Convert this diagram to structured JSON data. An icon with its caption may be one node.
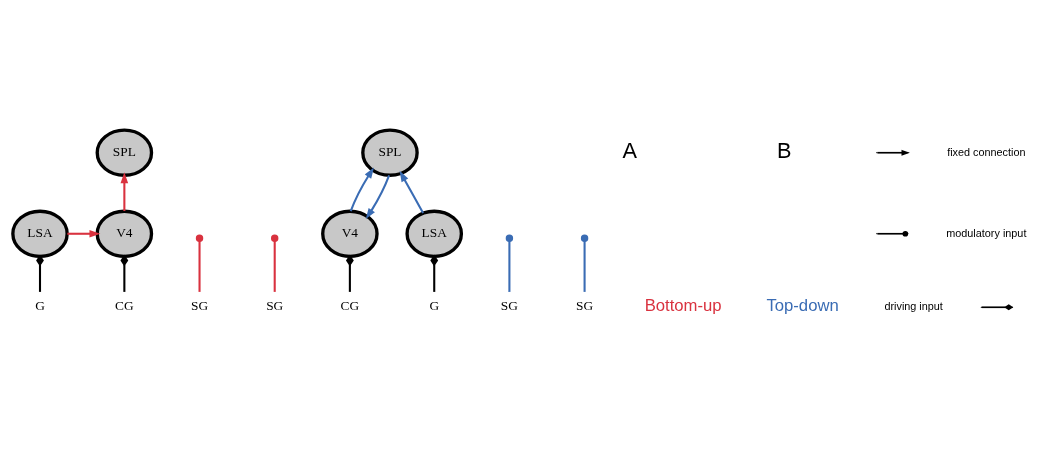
{
  "diagram": {
    "nodes": [
      {
        "text": [
          "SPL"
        ]
      },
      {
        "text": [
          "LSA"
        ]
      },
      {
        "text": [
          "V4"
        ]
      },
      {
        "text": [
          "SG"
        ]
      },
      {
        "text": [
          "G"
        ]
      },
      {
        "text": [
          "SG"
        ]
      },
      {
        "text": [
          "CG"
        ]
      },
      {
        "text": [
          "SPL"
        ]
      },
      {
        "text": [
          "SG"
        ]
      },
      {
        "text": [
          "SG"
        ]
      },
      {
        "text": [
          "LSA"
        ]
      },
      {
        "text": [
          "V4"
        ]
      },
      {
        "text": [
          "G"
        ]
      },
      {
        "text": [
          "CG"
        ]
      }
    ],
    "edges": [
      {
        "from": 2,
        "to": 0,
        "arrow": "to",
        "color": "#d9323f"
      },
      {
        "from": 3,
        "to": null,
        "arrow": "other",
        "color": "#d9323f"
      },
      {
        "from": 1,
        "to": 2,
        "arrow": "to",
        "color": "#d9323f"
      },
      {
        "from": 5,
        "to": null,
        "arrow": "other",
        "color": "#d9323f"
      },
      {
        "from": 4,
        "to": 1,
        "arrow": "other",
        "color": "#000000"
      },
      {
        "from": 6,
        "to": 2,
        "arrow": "other",
        "color": "#000000"
      },
      {
        "from": 10,
        "to": 7,
        "arrow": "to",
        "color": "#3a6cb4"
      },
      {
        "from": 11,
        "to": 7,
        "arrow": "to",
        "color": "#3a6cb4"
      },
      {
        "from": 7,
        "to": 11,
        "arrow": "to",
        "color": "#3a6cb4"
      },
      {
        "from": 8,
        "to": null,
        "arrow": "other",
        "color": "#3a6cb4"
      },
      {
        "from": 9,
        "to": null,
        "arrow": "other",
        "color": "#3a6cb4"
      },
      {
        "from": 12,
        "to": 10,
        "arrow": "other",
        "color": "#000000"
      },
      {
        "from": 13,
        "to": 11,
        "arrow": "other",
        "color": "#000000"
      }
    ],
    "labels": [
      "A",
      "B",
      "Bottom-up",
      "Top-down"
    ],
    "legend": [
      {
        "text": "fixed connection"
      },
      {
        "text": "modulatory input"
      },
      {
        "text": "driving input"
      }
    ]
  }
}
